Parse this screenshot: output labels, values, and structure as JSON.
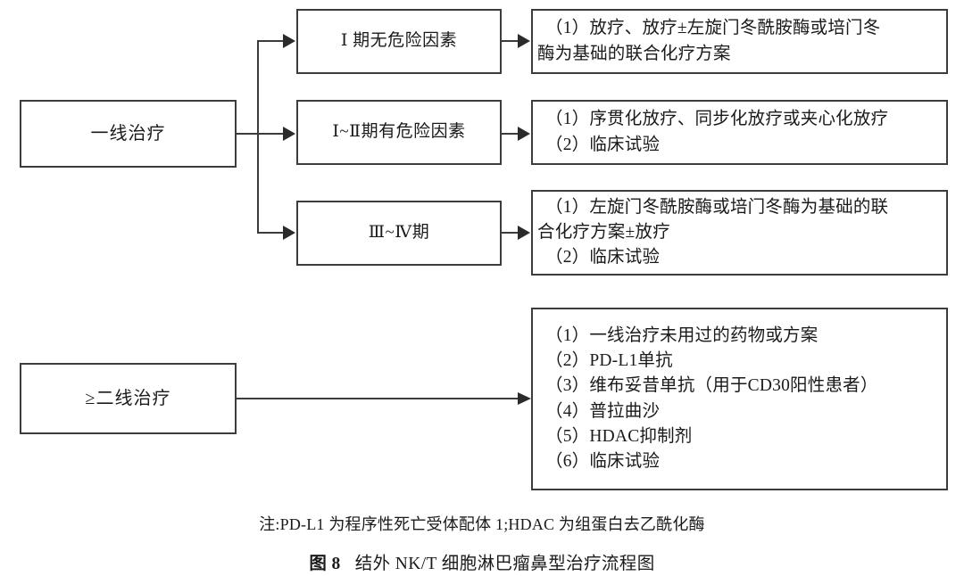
{
  "figure": {
    "nodes": {
      "first_line": "一线治疗",
      "second_line": "≥二线治疗"
    },
    "stages": [
      {
        "label": "Ⅰ 期无危险因素"
      },
      {
        "label": "Ⅰ~Ⅱ期有危险因素"
      },
      {
        "label": "Ⅲ~Ⅳ期"
      }
    ],
    "treatments": [
      {
        "lines": [
          "（1）放疗、放疗±左旋门冬酰胺酶或培门冬",
          "酶为基础的联合化疗方案"
        ]
      },
      {
        "lines": [
          "（1）序贯化放疗、同步化放疗或夹心化放疗",
          "（2）临床试验"
        ]
      },
      {
        "lines": [
          "（1）左旋门冬酰胺酶或培门冬酶为基础的联",
          "合化疗方案±放疗",
          "（2）临床试验"
        ]
      }
    ],
    "second_line_treatment": {
      "items": [
        "（1）一线治疗未用过的药物或方案",
        "（2）PD-L1单抗",
        "（3）维布妥昔单抗（用于CD30阳性患者）",
        "（4）普拉曲沙",
        "（5）HDAC抑制剂",
        "（6）临床试验"
      ]
    },
    "note": "注:PD-L1 为程序性死亡受体配体 1;HDAC 为组蛋白去乙酰化酶",
    "title_prefix": "图 8",
    "title_text": "结外 NK/T 细胞淋巴瘤鼻型治疗流程图",
    "colors": {
      "border": "#3c3c3c",
      "arrow": "#2b2b2b",
      "text": "#1a1a1a",
      "background": "#ffffff"
    }
  }
}
